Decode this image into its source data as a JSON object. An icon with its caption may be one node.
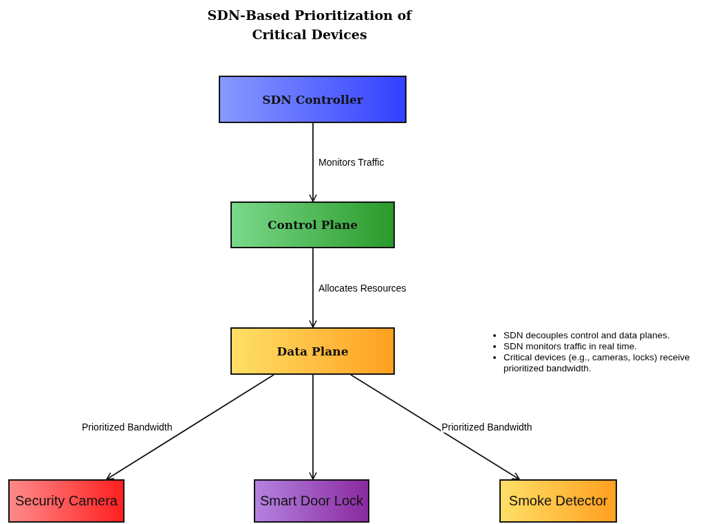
{
  "diagram": {
    "title": "SDN-Based Prioritization of Critical Devices",
    "nodes": [
      {
        "text": [
          "SDN Controller"
        ]
      },
      {
        "text": [
          "Control Plane"
        ]
      },
      {
        "text": [
          "Data Plane"
        ]
      },
      {
        "text": [
          "Security Camera"
        ]
      },
      {
        "text": [
          "Smart Door Lock"
        ]
      },
      {
        "text": [
          "Smoke Detector"
        ]
      }
    ],
    "edges": [
      {
        "from": 0,
        "to": 1,
        "arrow": "to",
        "label": "Monitors Traffic"
      },
      {
        "from": 1,
        "to": 2,
        "arrow": "to",
        "label": "Allocates Resources"
      },
      {
        "from": 2,
        "to": 3,
        "arrow": "to",
        "label": "Prioritized Bandwidth"
      },
      {
        "from": 2,
        "to": 4,
        "arrow": "to"
      },
      {
        "from": 2,
        "to": 5,
        "arrow": "to",
        "label": "Prioritized Bandwidth"
      }
    ],
    "labels": [
      "SDN decouples control and data planes.",
      "SDN monitors traffic in real time.",
      "Critical devices (e.g., cameras, locks) receive prioritized bandwidth."
    ]
  }
}
